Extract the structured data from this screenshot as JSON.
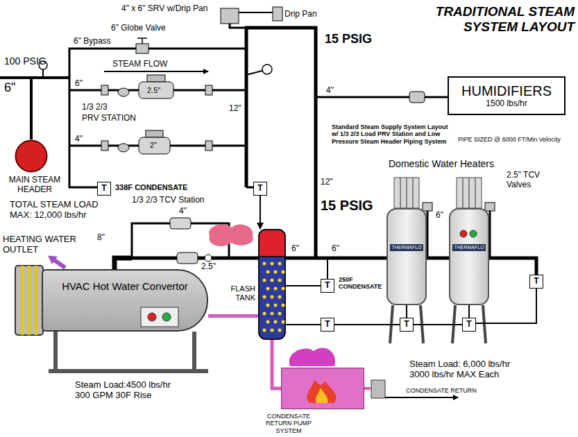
{
  "diagram": {
    "title": "TRADITIONAL STEAM SYSTEM LAYOUT",
    "nodes": [
      {
        "text": [
          "MAIN STEAM HEADER"
        ]
      },
      {
        "text": [
          "HUMIDIFIERS",
          "1500 lbs/hr"
        ]
      },
      {
        "text": [
          "HVAC Hot Water Convertor"
        ]
      },
      {
        "text": [
          "FLASH TANK"
        ]
      },
      {
        "text": [
          "CONDENSATE RETURN PUMP SYSTEM"
        ]
      },
      {
        "text": [
          "THERMAFLO"
        ]
      },
      {
        "text": [
          "THERMAFLO"
        ]
      },
      {
        "text": [
          "T"
        ]
      },
      {
        "text": [
          "T"
        ]
      },
      {
        "text": [
          "T"
        ]
      },
      {
        "text": [
          "T"
        ]
      },
      {
        "text": [
          "T"
        ]
      },
      {
        "text": [
          "T"
        ]
      },
      {
        "text": [
          "T"
        ]
      }
    ],
    "edges": [
      {
        "from": 2,
        "to": 3,
        "arrow": "none"
      },
      {
        "from": 3,
        "to": 4,
        "arrow": "none"
      },
      {
        "from": 9,
        "to": 3,
        "arrow": "none"
      },
      {
        "from": 10,
        "to": 3,
        "arrow": "none"
      },
      {
        "from": 11,
        "to": 10,
        "arrow": "none"
      },
      {
        "from": 12,
        "to": 11,
        "arrow": "none"
      },
      {
        "from": 13,
        "to": 12,
        "arrow": "none"
      },
      {
        "from": 8,
        "to": 3,
        "arrow": "to"
      }
    ],
    "labels": [
      "4\" x 6\" SRV w/Drip Pan",
      "Drip Pan",
      "6\" Globe Valve",
      "6\" Bypass",
      "15 PSIG",
      "4\"",
      "100 PSIG",
      "6\"",
      "STEAM FLOW",
      "6\"",
      "2.5\"",
      "1/3 2/3",
      "PRV STATION",
      "4\"",
      "2\"",
      "12\"",
      "12\"",
      "338F CONDENSATE",
      "TOTAL STEAM LOAD MAX: 12,000 lbs/hr",
      "Standard Steam Supply System Layout w/ 1/3 2/3 Load PRV Station and Low Pressure Steam Header Piping System",
      "PIPE SIZED @ 6000 FT/Min Velocity",
      "15 PSIG",
      "Domestic Water Heaters",
      "2.5\" TCV Valves",
      "6\"",
      "6\"",
      "6\"",
      "1/3 2/3 TCV Station",
      "4\"",
      "2.5\"",
      "8\"",
      "HEATING WATER OUTLET",
      "250F CONDENSATE",
      "Steam Load:4500 lbs/hr 300 GPM 30F Rise",
      "Steam Load: 6,000 lbs/hr 3000 lbs/hr MAX Each",
      "CONDENSATE RETURN"
    ]
  }
}
